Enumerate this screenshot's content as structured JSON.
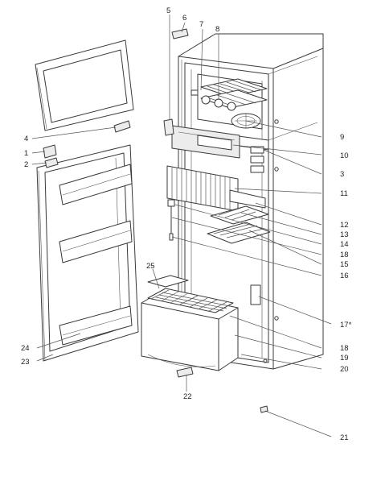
{
  "callouts": [
    {
      "id": "c1",
      "label": "1"
    },
    {
      "id": "c2",
      "label": "2"
    },
    {
      "id": "c3",
      "label": "3"
    },
    {
      "id": "c4",
      "label": "4"
    },
    {
      "id": "c5",
      "label": "5"
    },
    {
      "id": "c6",
      "label": "6"
    },
    {
      "id": "c7",
      "label": "7"
    },
    {
      "id": "c8",
      "label": "8"
    },
    {
      "id": "c9",
      "label": "9"
    },
    {
      "id": "c10",
      "label": "10"
    },
    {
      "id": "c11",
      "label": "11"
    },
    {
      "id": "c12",
      "label": "12"
    },
    {
      "id": "c13",
      "label": "13"
    },
    {
      "id": "c14",
      "label": "14"
    },
    {
      "id": "c15",
      "label": "15"
    },
    {
      "id": "c16",
      "label": "16"
    },
    {
      "id": "c17",
      "label": "17*"
    },
    {
      "id": "c18a",
      "label": "18"
    },
    {
      "id": "c18b",
      "label": "18"
    },
    {
      "id": "c19",
      "label": "19"
    },
    {
      "id": "c20",
      "label": "20"
    },
    {
      "id": "c21",
      "label": "21"
    },
    {
      "id": "c22",
      "label": "22"
    },
    {
      "id": "c23",
      "label": "23"
    },
    {
      "id": "c24",
      "label": "24"
    },
    {
      "id": "c25",
      "label": "25"
    }
  ]
}
